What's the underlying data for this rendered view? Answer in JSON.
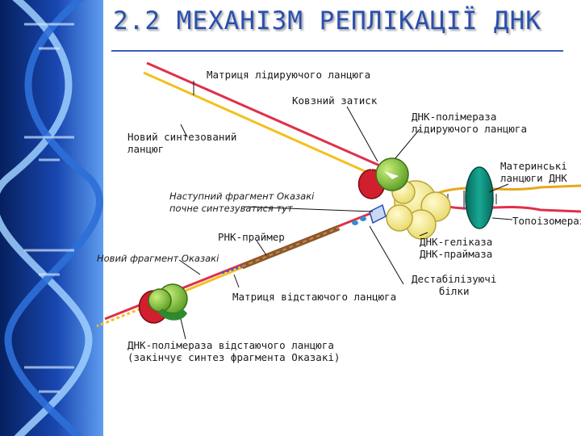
{
  "title": "2.2 МЕХАНІЗМ РЕПЛІКАЦІЇ ДНК",
  "labels": {
    "leading_template": "Матриця лідируючого ланцюга",
    "sliding_clamp": "Ковзний затиск",
    "leading_polymerase": "ДНК-полімераза\nлідируючого ланцюга",
    "new_strand": "Новий синтезований\nланцюг",
    "parental_strands": "Материнські\nланцюги ДНК",
    "next_okazaki": "Наступний фрагмент Оказакі\nпочне синтезуватися тут",
    "topoisomerase": "Топоізомераза",
    "rna_primer": "РНК-праймер",
    "helicase_primase": "ДНК-геліказа\nДНК-праймаза",
    "new_okazaki": "Новий фрагмент Оказакі",
    "destabilizing": "Дестабілізуючі\nбілки",
    "lagging_template": "Матриця відстаючого ланцюга",
    "lagging_polymerase": "ДНК-полімераза відстаючого ланцюга\n(закінчує синтез фрагмента Оказакі)"
  },
  "colors": {
    "title": "#2a4fae",
    "sidebar_dark": "#0a2a7a",
    "sidebar_light": "#4d8ee8",
    "strand_red": "#e0304a",
    "strand_yellow": "#f3c020",
    "strand_parent": "#e6a81a",
    "polymerase": "#8cc63f",
    "clamp": "#d0202e",
    "helicase": "#f6ec8c",
    "topoisomerase": "#0e8a7a",
    "primer": "#8b5a2b",
    "ssb": "#2e8fd6"
  }
}
